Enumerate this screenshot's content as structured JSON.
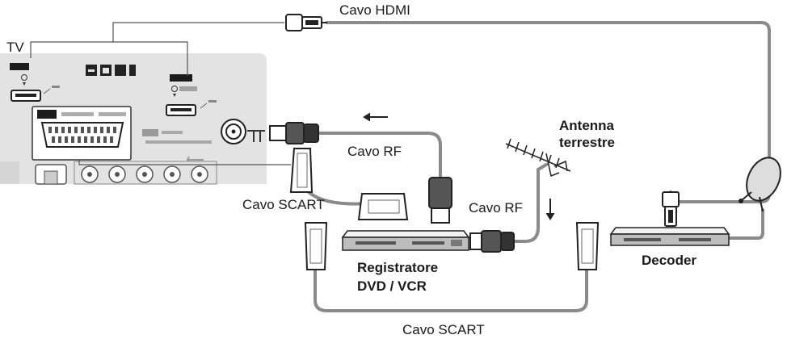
{
  "labels": {
    "cable_hdmi": "Cavo HDMI",
    "tv": "TV",
    "cable_rf_top": "Cavo RF",
    "cable_scart_left": "Cavo SCART",
    "cable_rf_right": "Cavo RF",
    "antenna": "Antenna\nterrestre",
    "recorder": "Registratore\nDVD / VCR",
    "decoder": "Decoder",
    "cable_scart_bottom": "Cavo SCART"
  },
  "colors": {
    "panel": "#e3e3e3",
    "cable": "#8a8a8a",
    "line": "#555555",
    "dark": "#222222"
  }
}
